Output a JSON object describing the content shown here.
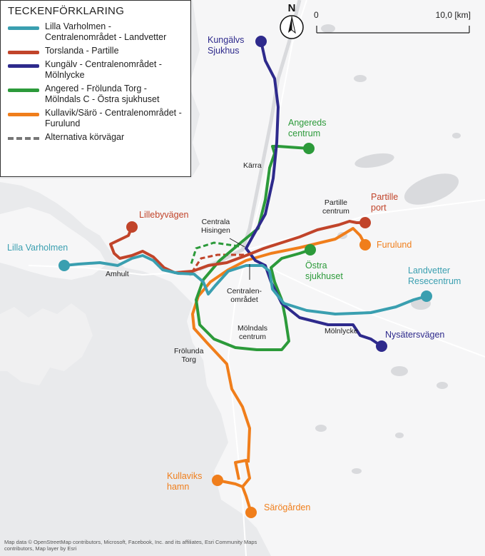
{
  "legend": {
    "title": "TECKENFÖRKLARING",
    "items": [
      {
        "label": "Lilla Varholmen - Centralenområdet - Landvetter",
        "color": "#3a9fb0"
      },
      {
        "label": "Torslanda - Partille",
        "color": "#c1442a"
      },
      {
        "label": "Kungälv - Centralenområdet - Mölnlycke",
        "color": "#2e2a8c"
      },
      {
        "label": "Angered - Frölunda Torg - Mölndals C - Östra sjukhuset",
        "color": "#2c9a3a"
      },
      {
        "label": "Kullavik/Särö - Centralenområdet - Furulund",
        "color": "#f07e1b"
      },
      {
        "label": "Alternativa körvägar",
        "color": "#777777"
      }
    ]
  },
  "compass": {
    "north_label": "N"
  },
  "scale_bar": {
    "start": "0",
    "end": "10,0 [km]"
  },
  "places": {
    "kungalvs_sjukhus": "Kungälvs\nSjukhus",
    "angereds_centrum": "Angereds\ncentrum",
    "karra": "Kärra",
    "partille_centrum": "Partille\ncentrum",
    "partille_port": "Partille\nport",
    "furulund": "Furulund",
    "lillebyvagen": "Lillebyvägen",
    "centrala_hisingen": "Centrala\nHisingen",
    "lilla_varholmen": "Lilla Varholmen",
    "amhult": "Amhult",
    "ostra_sjukhuset": "Östra\nsjukhuset",
    "landvetter_resecentrum": "Landvetter\nResecentrum",
    "centralenomradet": "Centralen-\nområdet",
    "molndals_centrum": "Mölndals\ncentrum",
    "molnlycke": "Mölnlycke",
    "nysatersvagen": "Nysätersvägen",
    "frolunda_torg": "Frölunda\nTorg",
    "kullaviks_hamn": "Kullaviks\nhamn",
    "sarogarden": "Särögården"
  },
  "attribution": "Map data © OpenStreetMap contributors, Microsoft, Facebook, Inc. and its affiliates, Esri Community Maps contributors, Map layer by Esri"
}
